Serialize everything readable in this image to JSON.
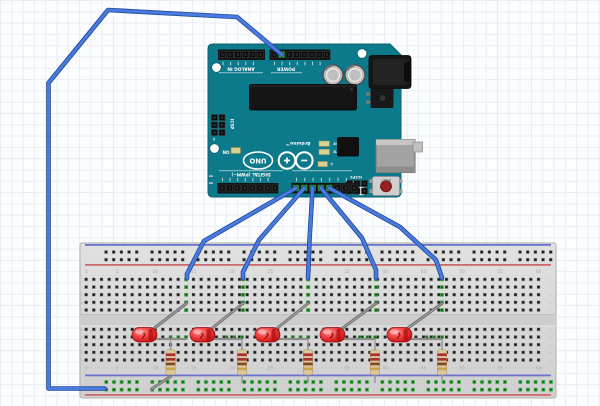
{
  "scene": {
    "description": "Breadboard wiring diagram: Arduino UNO rotated 180 degrees above a full-size breadboard; five blue jumper wires run from digital pins 8-12 to breadboard columns, each driving a red LED through a resistor into the bottom ground rail; a long blue wire loops from the Arduino GND pin around the left side to the bottom ground rail."
  },
  "arduino": {
    "title": "Arduino UNO",
    "labels": {
      "analog_in": "ANALOG IN",
      "power": "POWER",
      "digital": "DIGITAL (PWM~)",
      "brand": "Arduino™",
      "uno": "UNO",
      "on": "ON",
      "rx": "RX",
      "tx": "TX",
      "l": "L",
      "icsp": "ICSP",
      "icsp2": "ICSP2",
      "reset": "RESET",
      "one": "1"
    },
    "board_color": "#0d7a8c"
  },
  "breadboard": {
    "column_numbers": [
      "1",
      "5",
      "10",
      "15",
      "20",
      "25",
      "30",
      "35",
      "40",
      "45",
      "50",
      "55",
      "60"
    ],
    "row_letters_top": [
      "j",
      "i",
      "h",
      "g",
      "f"
    ],
    "row_letters_bottom": [
      "e",
      "d",
      "c",
      "b",
      "a"
    ],
    "rail_colors": {
      "blue_line": "#6b74cc",
      "red_line": "#cc6b6b"
    },
    "connected_hole_color": "#2fa338"
  },
  "components": {
    "leds": {
      "count": 5,
      "color": "red"
    },
    "resistors": {
      "count": 5,
      "band_colors": [
        "red",
        "red",
        "brown",
        "gold"
      ]
    },
    "jumper_wires": {
      "blue": "#4a7ade",
      "grey": "#8c8c8c"
    }
  },
  "connections": {
    "summary": "Each LED: blue wire from Arduino digital pin to top breadboard column, grey jumper down to LED row, LED through resistor to bottom ground rail; ground rail tied to Arduino GND."
  }
}
